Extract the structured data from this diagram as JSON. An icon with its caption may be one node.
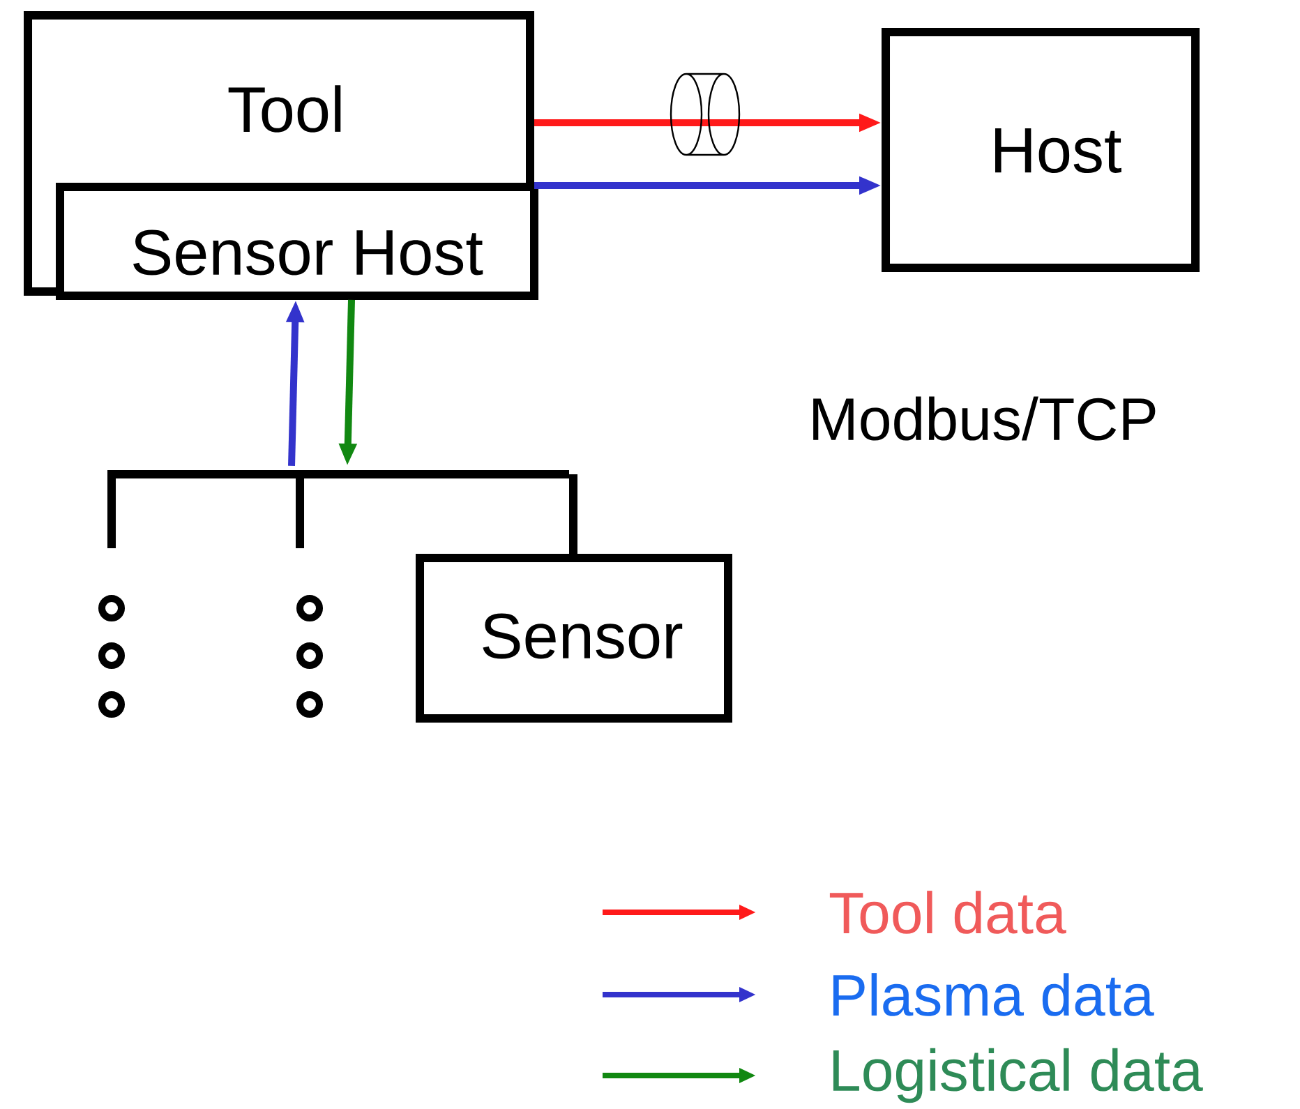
{
  "diagram": {
    "nodes": [
      {
        "text": [
          "Tool"
        ]
      },
      {
        "text": [
          "Sensor Host"
        ],
        "in": 0
      },
      {
        "text": [
          "Host"
        ]
      },
      {
        "text": [
          "Sensor"
        ]
      },
      {
        "text": [],
        "shape": "bar"
      }
    ],
    "edges": [
      {
        "from": 0,
        "to": 2,
        "arrow": "to",
        "color": "#ff1a1a"
      },
      {
        "from": 0,
        "to": 2,
        "arrow": "to",
        "color": "#3333cc"
      },
      {
        "from": 4,
        "to": 1,
        "arrow": "to",
        "color": "#3333cc"
      },
      {
        "from": 1,
        "to": 4,
        "arrow": "to",
        "color": "#118811"
      },
      {
        "from": 4,
        "to": 3,
        "arrow": "none",
        "color": "#000000"
      }
    ],
    "labels": [
      "Modbus/TCP"
    ],
    "legend": [
      {
        "text": "Tool data"
      },
      {
        "text": "Plasma data"
      },
      {
        "text": "Logistical data"
      }
    ]
  }
}
